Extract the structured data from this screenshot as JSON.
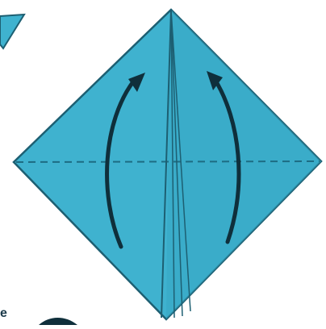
{
  "diagram": {
    "kind": "origami folding step",
    "paper_color": "#3fb2cf",
    "edge_color": "#1d5f72",
    "arrow_color": "#0f2f3b",
    "crease_style": "dashed",
    "arrows": [
      {
        "side": "left",
        "direction": "up"
      },
      {
        "side": "right",
        "direction": "up"
      }
    ]
  },
  "page_fragments": {
    "bottom_left_text": "e"
  }
}
